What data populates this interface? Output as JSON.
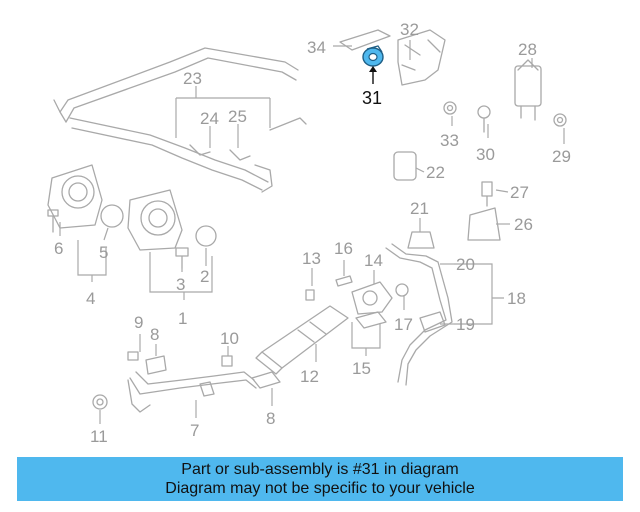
{
  "highlight": {
    "label": "31",
    "color": "#4fb8ee"
  },
  "callouts": [
    "34",
    "32",
    "28",
    "31",
    "23",
    "24",
    "25",
    "33",
    "30",
    "29",
    "22",
    "27",
    "21",
    "26",
    "6",
    "5",
    "20",
    "13",
    "16",
    "14",
    "18",
    "3",
    "2",
    "4",
    "1",
    "17",
    "19",
    "9",
    "8",
    "10",
    "12",
    "15",
    "7",
    "8",
    "11"
  ],
  "banner": {
    "line1": "Part or sub-assembly is #31 in diagram",
    "line2": "Diagram may not be specific to your vehicle",
    "color": "#4fb8ee"
  }
}
